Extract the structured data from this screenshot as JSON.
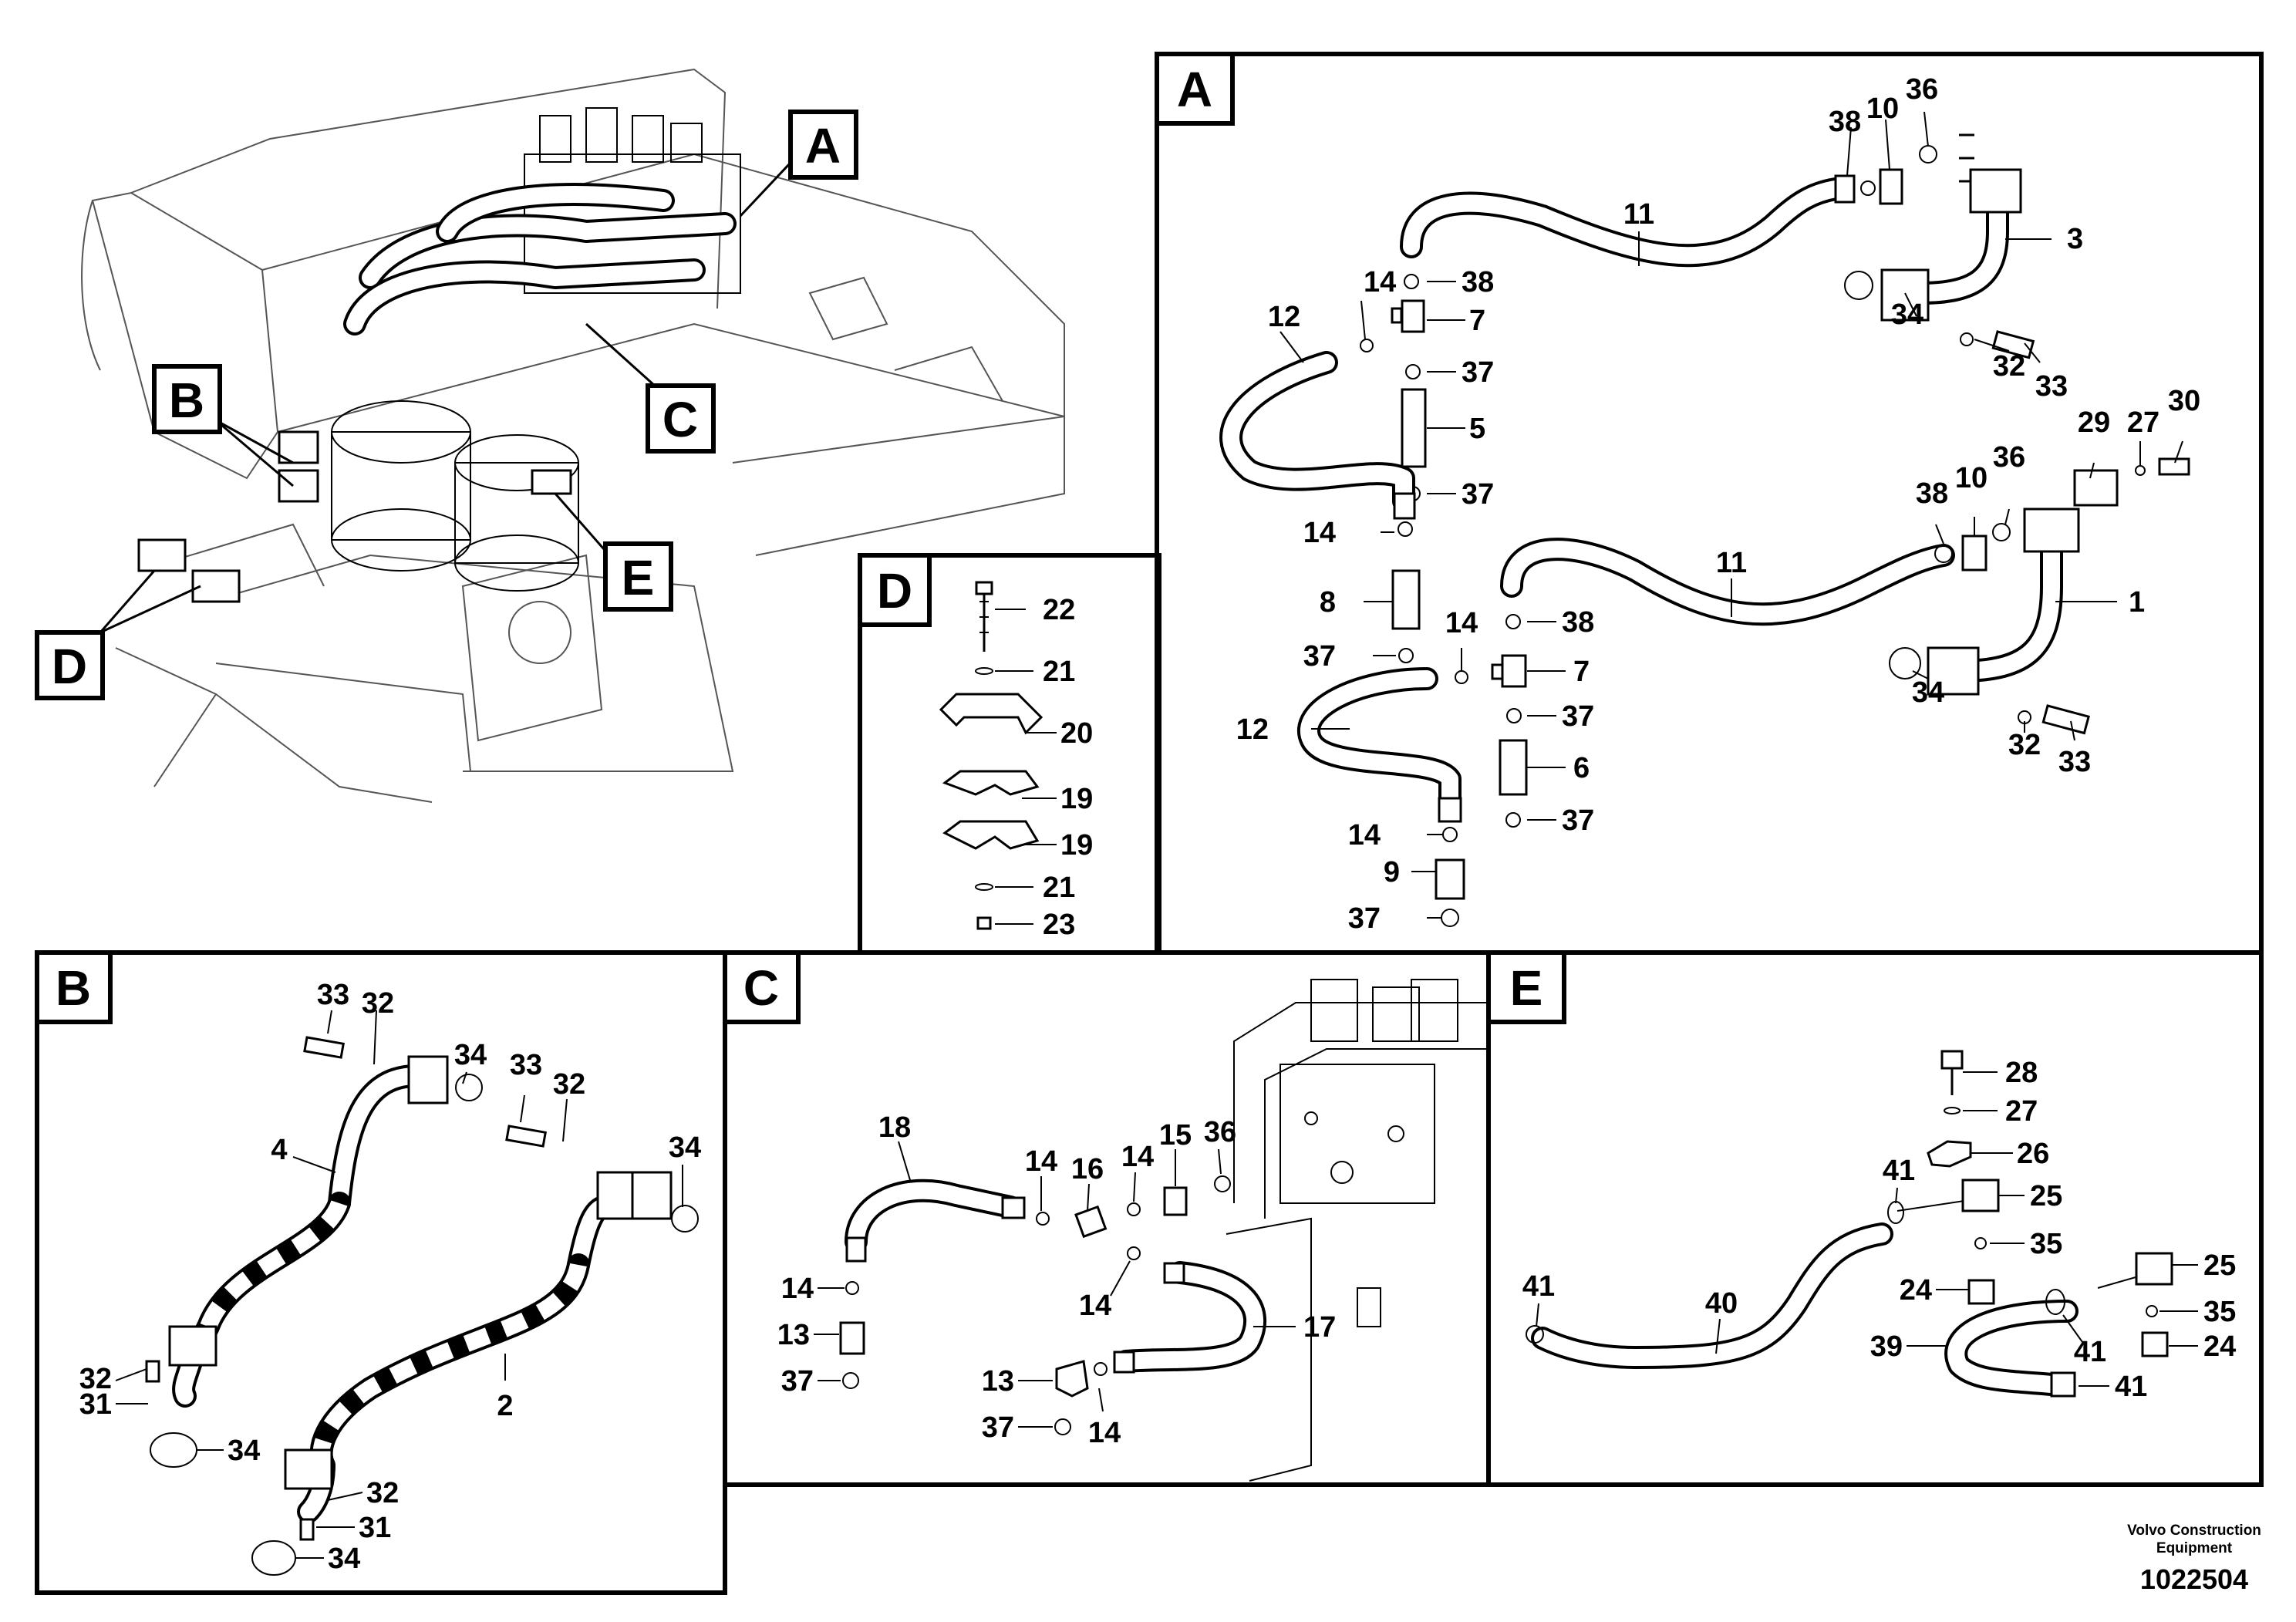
{
  "panels": {
    "overview": {
      "callouts": [
        "A",
        "B",
        "C",
        "D",
        "E"
      ]
    },
    "A": {
      "tag": "A",
      "labels": [
        "38",
        "10",
        "36",
        "11",
        "3",
        "14",
        "38",
        "7",
        "12",
        "37",
        "5",
        "37",
        "34",
        "32",
        "33",
        "29",
        "27",
        "30",
        "38",
        "10",
        "36",
        "14",
        "8",
        "37",
        "11",
        "1",
        "14",
        "38",
        "7",
        "12",
        "37",
        "6",
        "14",
        "9",
        "37",
        "37",
        "34",
        "32",
        "33"
      ]
    },
    "D": {
      "tag": "D",
      "labels": [
        "22",
        "21",
        "20",
        "19",
        "19",
        "21",
        "23"
      ]
    },
    "B": {
      "tag": "B",
      "labels": [
        "33",
        "32",
        "34",
        "33",
        "32",
        "34",
        "4",
        "32",
        "31",
        "34",
        "2",
        "32",
        "31",
        "34"
      ]
    },
    "C": {
      "tag": "C",
      "labels": [
        "18",
        "14",
        "16",
        "14",
        "15",
        "36",
        "14",
        "13",
        "37",
        "14",
        "17",
        "13",
        "37",
        "14"
      ]
    },
    "E": {
      "tag": "E",
      "labels": [
        "28",
        "27",
        "26",
        "41",
        "25",
        "35",
        "41",
        "40",
        "24",
        "25",
        "35",
        "39",
        "41",
        "24",
        "41"
      ]
    }
  },
  "footer": {
    "company_line1": "Volvo Construction",
    "company_line2": "Equipment",
    "document_number": "1022504"
  }
}
